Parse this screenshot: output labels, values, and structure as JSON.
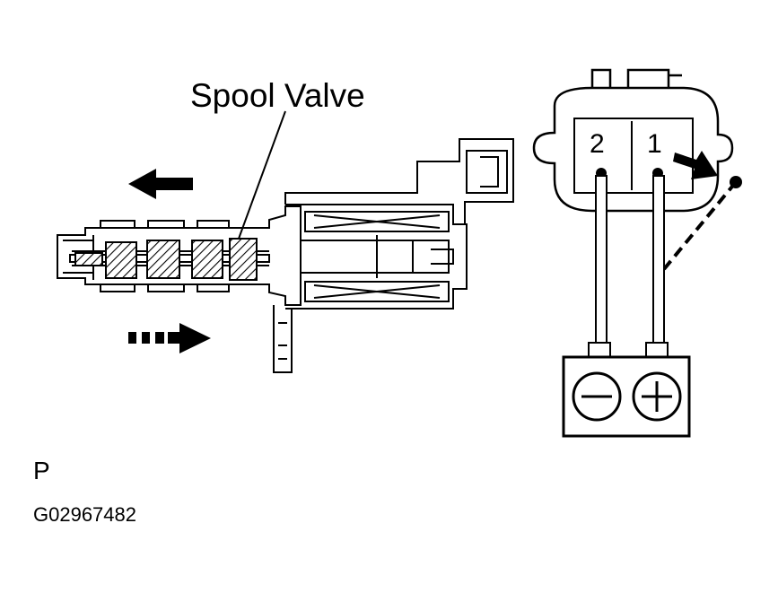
{
  "diagram": {
    "spool_label": "Spool Valve",
    "connector": {
      "pin_left": "2",
      "pin_right": "1"
    },
    "battery": {
      "negative_symbol": "minus-icon",
      "positive_symbol": "plus-icon"
    },
    "figure_letter": "P",
    "figure_code": "G02967482"
  }
}
